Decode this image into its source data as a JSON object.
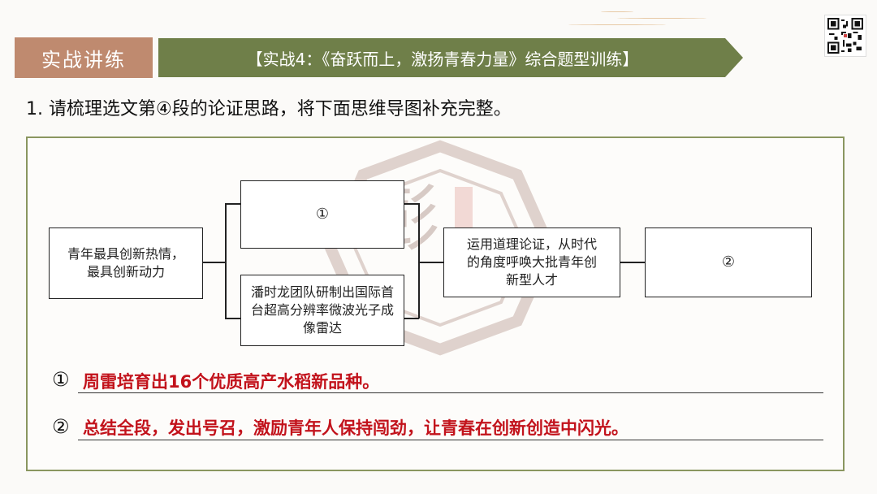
{
  "header": {
    "tag": "实战讲练",
    "banner_title": "【实战4：《奋跃而上，激扬青春力量》综合题型训练】"
  },
  "question": "1. 请梳理选文第④段的论证思路，将下面思维导图补充完整。",
  "mindmap": {
    "root": "青年最具创新热情，\n最具创新动力",
    "blank1": "①",
    "example2": "潘时龙团队研制出国际首台超高分辨率微波光子成像雷达",
    "reasoning": "运用道理论证，从时代的角度呼唤大批青年创新型人才",
    "blank2": "②"
  },
  "answers": [
    {
      "num": "①",
      "text": "周雷培育出16个优质高产水稻新品种。"
    },
    {
      "num": "②",
      "text": "总结全段，发出号召，激励青年人保持闯劲，让青春在创新创造中闪光。"
    }
  ],
  "watermark_text": "彭",
  "colors": {
    "tag_bg": "#bf8a6f",
    "banner_bg": "#6f7f49",
    "panel_border": "#8a9660",
    "answer_red": "#c2121b"
  }
}
